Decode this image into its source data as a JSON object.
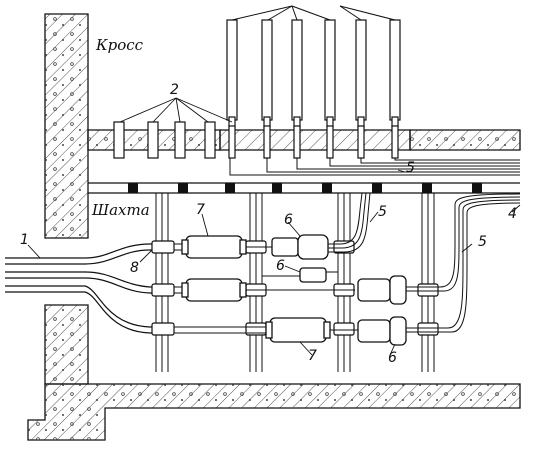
{
  "labels": {
    "room_upper": "Кросс",
    "room_lower": "Шахта"
  },
  "callouts": {
    "n1": "1",
    "n2": "2",
    "n4": "4",
    "n5a": "5",
    "n5b": "5",
    "n5c": "5",
    "n6a": "6",
    "n6b": "6",
    "n6c": "6",
    "n7a": "7",
    "n7b": "7",
    "n8": "8"
  },
  "colors": {
    "ink": "#111111",
    "hatch": "#555555",
    "paper": "#ffffff"
  }
}
